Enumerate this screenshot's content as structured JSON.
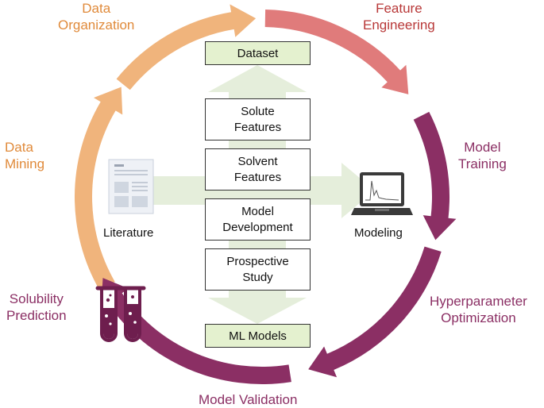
{
  "cycle": {
    "data_organization": [
      "Data",
      "Organization"
    ],
    "feature_engineering": [
      "Feature",
      "Engineering"
    ],
    "data_mining": [
      "Data",
      "Mining"
    ],
    "model_training": [
      "Model",
      "Training"
    ],
    "hyperparameter_optimization": [
      "Hyperparameter",
      "Optimization"
    ],
    "solubility_prediction": [
      "Solubility",
      "Prediction"
    ],
    "model_validation": "Model Validation"
  },
  "center": {
    "dataset": "Dataset",
    "solute_features": [
      "Solute",
      "Features"
    ],
    "solvent_features": [
      "Solvent",
      "Features"
    ],
    "model_development": [
      "Model",
      "Development"
    ],
    "prospective_study": [
      "Prospective",
      "Study"
    ],
    "ml_models": "ML Models"
  },
  "captions": {
    "literature": "Literature",
    "modeling": "Modeling"
  },
  "colors": {
    "data_phase": "#f0b47c",
    "feature_phase": "#e07b7b",
    "model_phase": "#8b2f64",
    "data_text": "#e08a3a",
    "feature_text": "#b83838",
    "model_text": "#8b2f64",
    "green_box": "#e4f1cf",
    "pale_arrow": "#e5eedb"
  },
  "icons": [
    "literature-document-icon",
    "laptop-chart-icon",
    "test-tubes-icon"
  ]
}
